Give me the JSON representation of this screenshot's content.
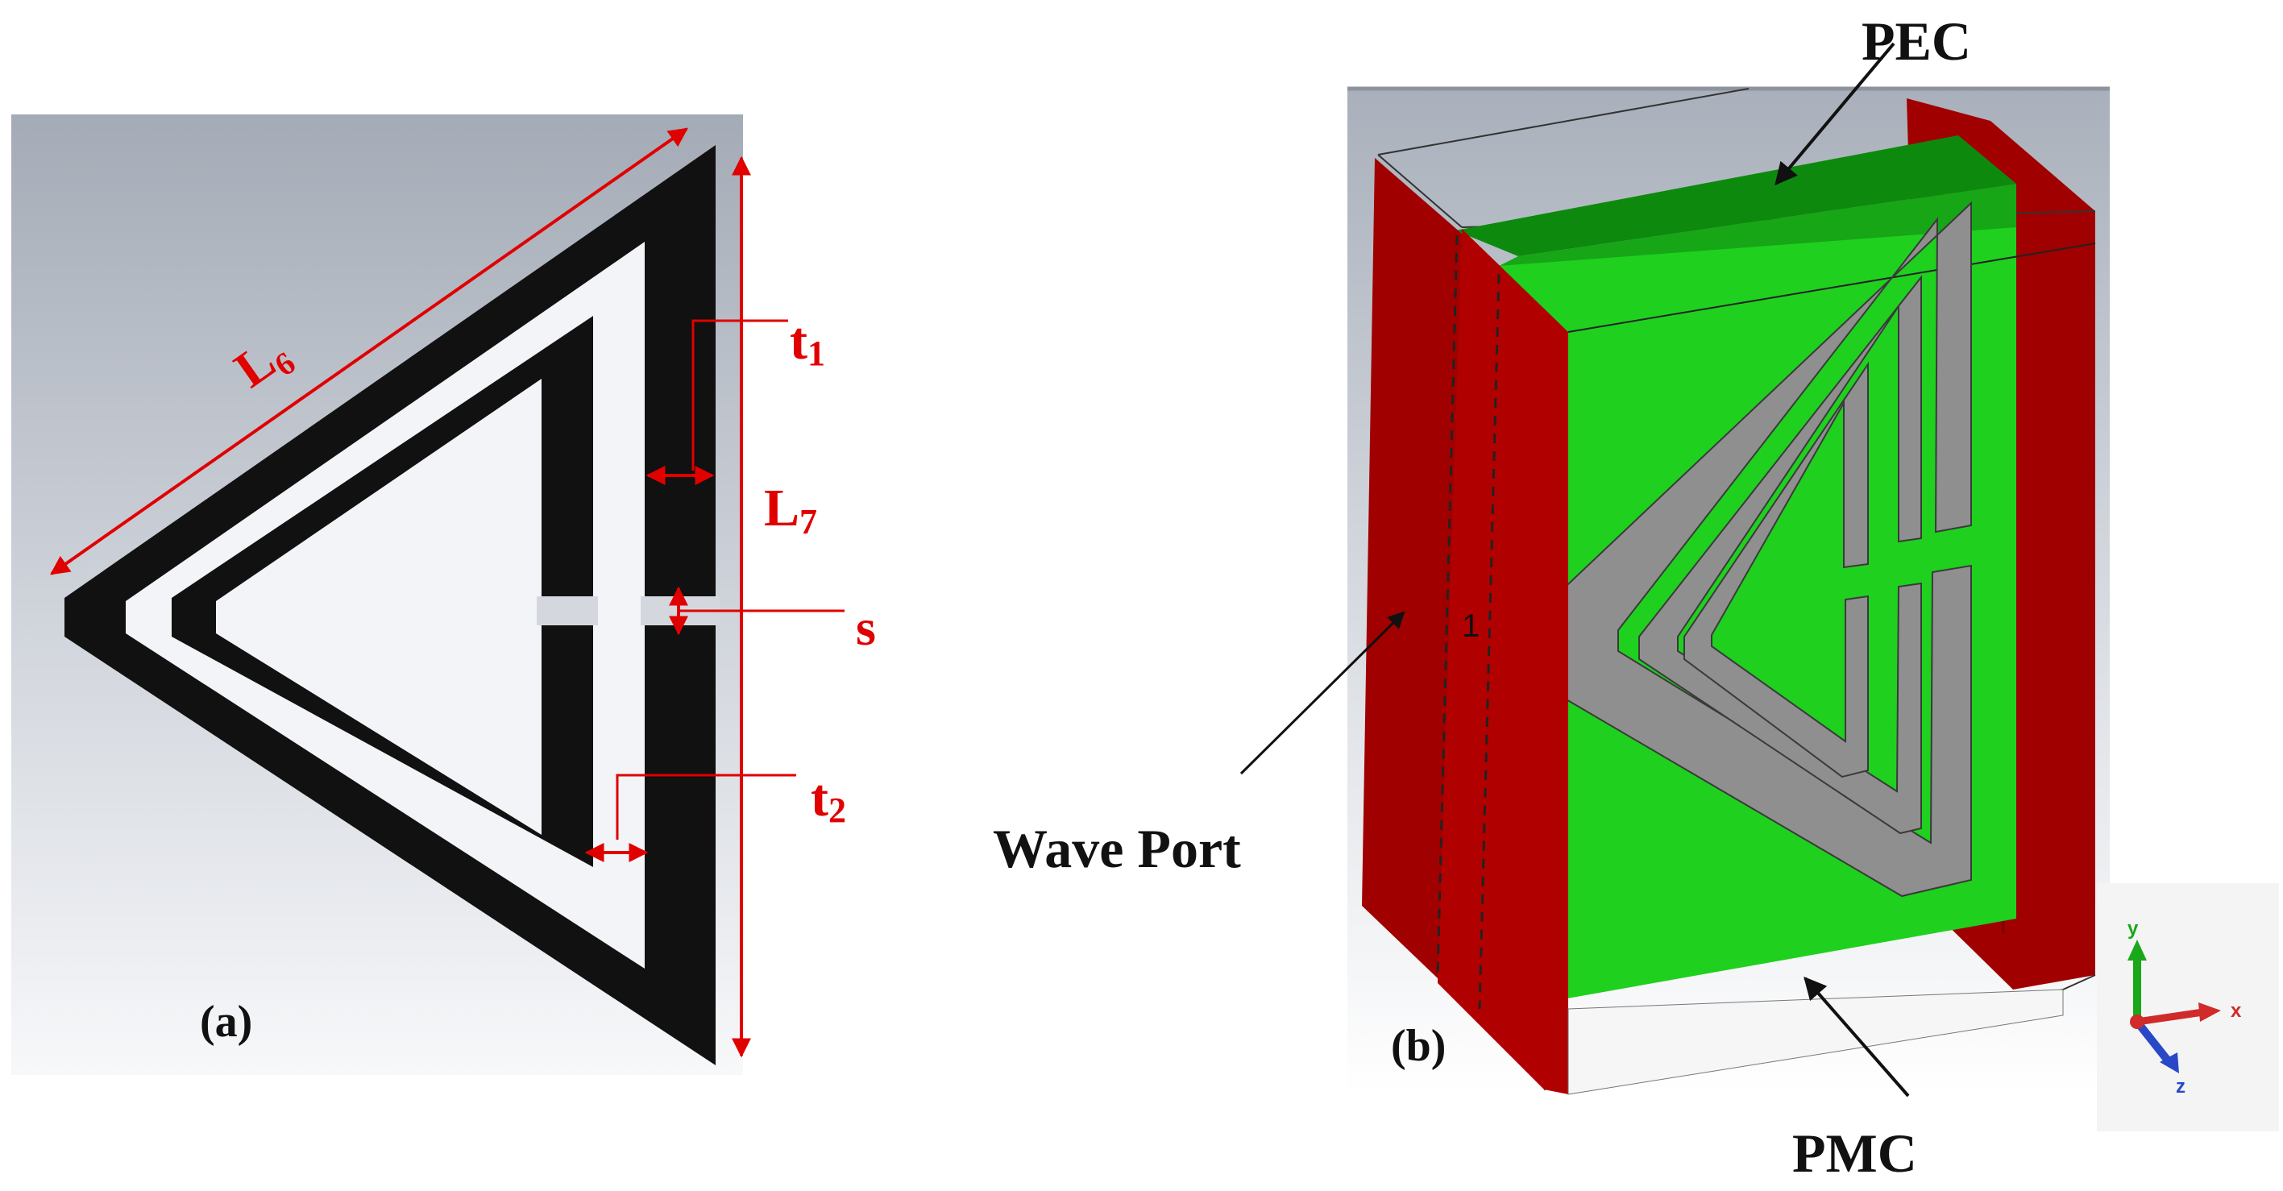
{
  "panel_a": {
    "caption": "(a)",
    "dimensions": {
      "L6": {
        "letter": "L",
        "sub": "6"
      },
      "L7": {
        "letter": "L",
        "sub": "7"
      },
      "t1": {
        "letter": "t",
        "sub": "1"
      },
      "t2": {
        "letter": "t",
        "sub": "2"
      },
      "s": {
        "letter": "s"
      }
    }
  },
  "panel_b": {
    "caption": "(b)",
    "labels": {
      "pec": "PEC",
      "pmc": "PMC",
      "wave_port": "Wave Port",
      "port_number": "1"
    },
    "axes": {
      "x": "x",
      "y": "y",
      "z": "z"
    }
  },
  "colors": {
    "dimension_red": "#e00000",
    "metal_black": "#111111",
    "pec_green": "#1fd01f",
    "pec_dark_green": "#0d8a0d",
    "pmc_red": "#a00000",
    "trace_gray": "#8f8f8f"
  }
}
